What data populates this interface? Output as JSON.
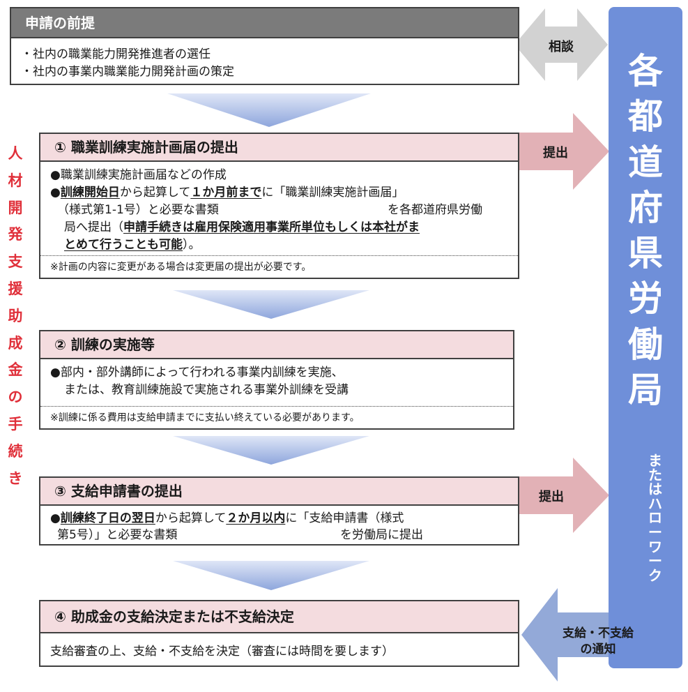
{
  "step0": {
    "title": "申請の前提",
    "items": [
      "・社内の職業能力開発推進者の選任",
      "・社内の事業内職業能力開発計画の策定"
    ]
  },
  "step1": {
    "title": "①  職業訓練実施計画届の提出",
    "line1": "●職業訓練実施計画届などの作成",
    "line2_pre": "●",
    "line2_b1": "訓練開始日",
    "line2_mid": "から起算して",
    "line2_b2": "１か月前まで",
    "line2_post": "に「職業訓練実施計画届」",
    "line3a": "（様式第1-1号）と必要な書類",
    "line3b": "を各都道府県労働",
    "line4_pre": "局へ提出（",
    "line4_b": "申請手続きは雇用保険適用事業所単位もしくは本社がま",
    "line5_b": "とめて行うことも可能",
    "line5_post": "）。",
    "note": "※計画の内容に変更がある場合は変更届の提出が必要です。"
  },
  "step2": {
    "title": "②  訓練の実施等",
    "line1": "●部内・部外講師によって行われる事業内訓練を実施、",
    "line2": "または、教育訓練施設で実施される事業外訓練を受講",
    "note": "※訓練に係る費用は支給申請までに支払い終えている必要があります。"
  },
  "step3": {
    "title": "③  支給申請書の提出",
    "line1_pre": "●",
    "line1_b1": "訓練終了日の翌日",
    "line1_mid": "から起算して",
    "line1_b2": "２か月以内",
    "line1_post": "に「支給申請書（様式",
    "line2a": "第5号）」と必要な書類",
    "line2b": "を労働局に提出"
  },
  "step4": {
    "title": "④  助成金の支給決定または不支給決定",
    "line1": "支給審査の上、支給・不支給を決定（審査には時間を要します）"
  },
  "left_label": [
    "人",
    "材",
    "開",
    "発",
    "支",
    "援",
    "助",
    "成",
    "金",
    "の",
    "手",
    "続",
    "き"
  ],
  "side_panel": {
    "main": [
      "各",
      "都",
      "道",
      "府",
      "県",
      "労",
      "働",
      "局"
    ],
    "sub": [
      "ま",
      "た",
      "は",
      "ハ",
      "ロ",
      "ー",
      "ワ",
      "ー",
      "ク"
    ]
  },
  "arrows": {
    "consult": "相談",
    "submit1": "提出",
    "submit2": "提出",
    "notify_line1": "支給・不支給",
    "notify_line2": "の通知"
  },
  "colors": {
    "header_gray": "#7b7b7b",
    "header_pink": "#f4dcdf",
    "side_blue": "#6f8fd9",
    "label_red": "#e0303a",
    "arrow_pink": "#e2b1b6",
    "arrow_gray": "#d2d2d2",
    "arrow_blue": "#93a9d8"
  }
}
